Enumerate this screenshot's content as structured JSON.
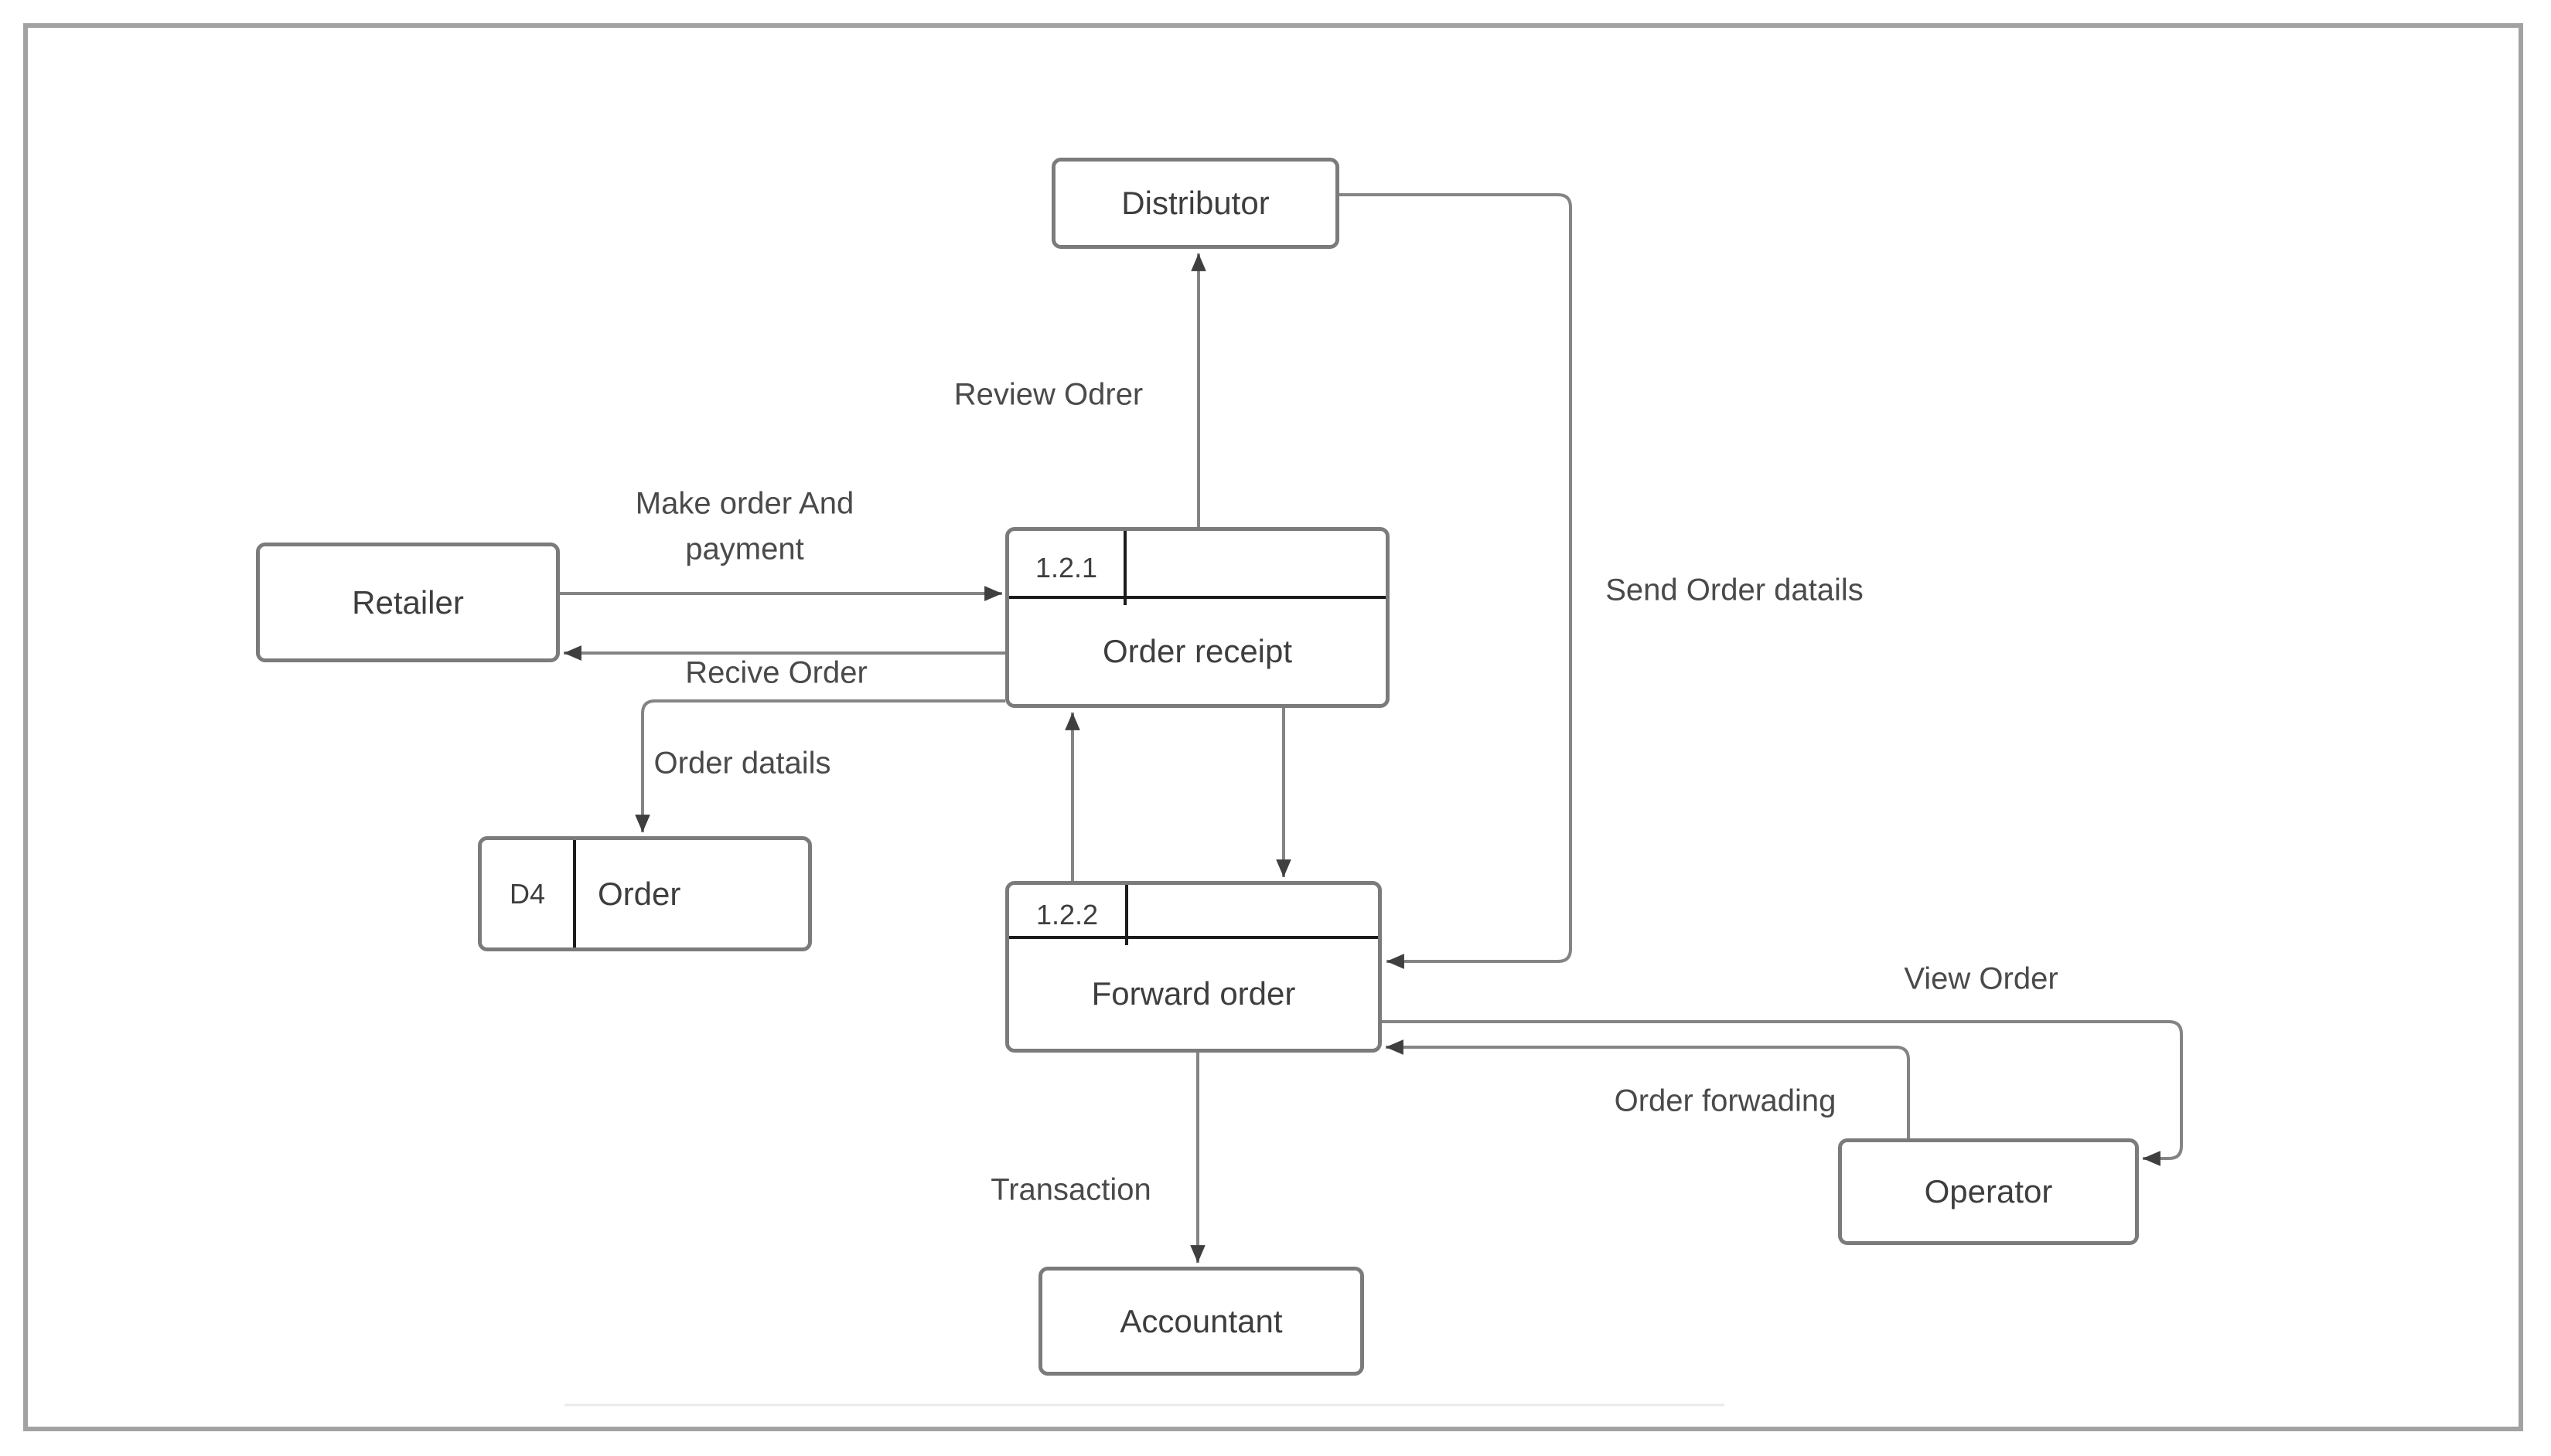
{
  "diagram": {
    "type": "data-flow-diagram",
    "entities": {
      "distributor": "Distributor",
      "retailer": "Retailer",
      "operator": "Operator",
      "accountant": "Accountant"
    },
    "processes": {
      "order_receipt": {
        "number": "1.2.1",
        "name": "Order receipt"
      },
      "forward_order": {
        "number": "1.2.2",
        "name": "Forward order"
      }
    },
    "data_store": {
      "id": "D4",
      "name": "Order"
    },
    "flows": {
      "review_order": {
        "label": "Review Odrer",
        "from": "order_receipt",
        "to": "distributor"
      },
      "send_order_details": {
        "label": "Send Order datails",
        "from": "distributor",
        "to": "forward_order"
      },
      "make_order_and_payment": {
        "label_line1": "Make order And",
        "label_line2": "payment",
        "from": "retailer",
        "to": "order_receipt"
      },
      "receive_order": {
        "label": "Recive Order",
        "from": "order_receipt",
        "to": "retailer"
      },
      "order_details": {
        "label": "Order datails",
        "from": "order_receipt",
        "to": "d4_order_store"
      },
      "order_receipt_to_forward_order": {
        "label": "",
        "from": "order_receipt",
        "to": "forward_order"
      },
      "forward_order_to_order_receipt": {
        "label": "",
        "from": "forward_order",
        "to": "order_receipt"
      },
      "transaction": {
        "label": "Transaction",
        "from": "forward_order",
        "to": "accountant"
      },
      "view_order": {
        "label": "View Order",
        "from": "forward_order",
        "to": "operator"
      },
      "order_forwarding": {
        "label": "Order forwading",
        "from": "operator",
        "to": "forward_order"
      }
    }
  },
  "colors": {
    "background": "#ffffff",
    "frame_border": "#a2a2a2",
    "box_border": "#7b7b7b",
    "line": "#848484",
    "divider": "#1c1c1c",
    "arrow": "#3f3f3f",
    "box_text": "#3e3e3e",
    "flow_text": "#4a4a4a",
    "faint_line": "#e9e9e9"
  }
}
